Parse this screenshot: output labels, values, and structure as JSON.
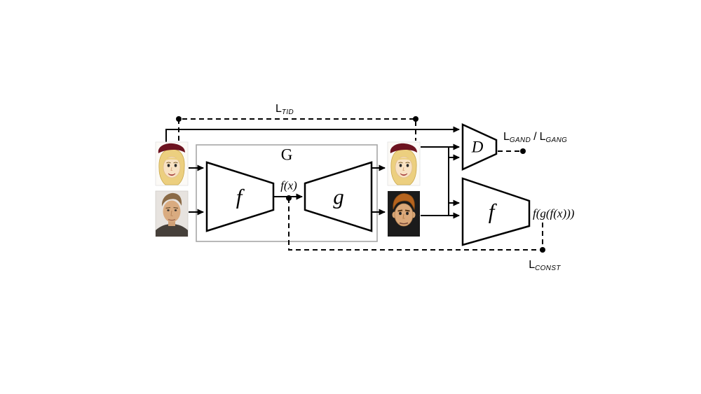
{
  "labels": {
    "generator_box": "G",
    "encoder_f": "f",
    "decoder_g": "g",
    "feature": "f(x)",
    "discriminator": "D",
    "second_f": "f",
    "reconstructed_feature": "f(g(f(x)))"
  },
  "losses": {
    "ltid": {
      "base": "L",
      "sub": "TID"
    },
    "lgand": {
      "base": "L",
      "sub": "GAND"
    },
    "separator": "/",
    "lgang": {
      "base": "L",
      "sub": "GANG"
    },
    "lconst": {
      "base": "L",
      "sub": "CONST"
    }
  },
  "images": {
    "input_top": "cartoon-woman-face",
    "input_bottom": "photo-man-face",
    "output_top": "cartoon-woman-face",
    "output_bottom": "cartoon-man-face"
  },
  "colors": {
    "line": "#000000",
    "generator_box_border": "#a6a6a6",
    "background": "#ffffff",
    "hat_red": "#6d1320",
    "hair_blonde": "#eccf7f",
    "skin_cartoon": "#f8e2c4",
    "skin_photo": "#d9ab80",
    "hair_brown": "#8a6a46",
    "hair_orange": "#b5641f",
    "dark_photo_bg": "#1b1b1b"
  }
}
